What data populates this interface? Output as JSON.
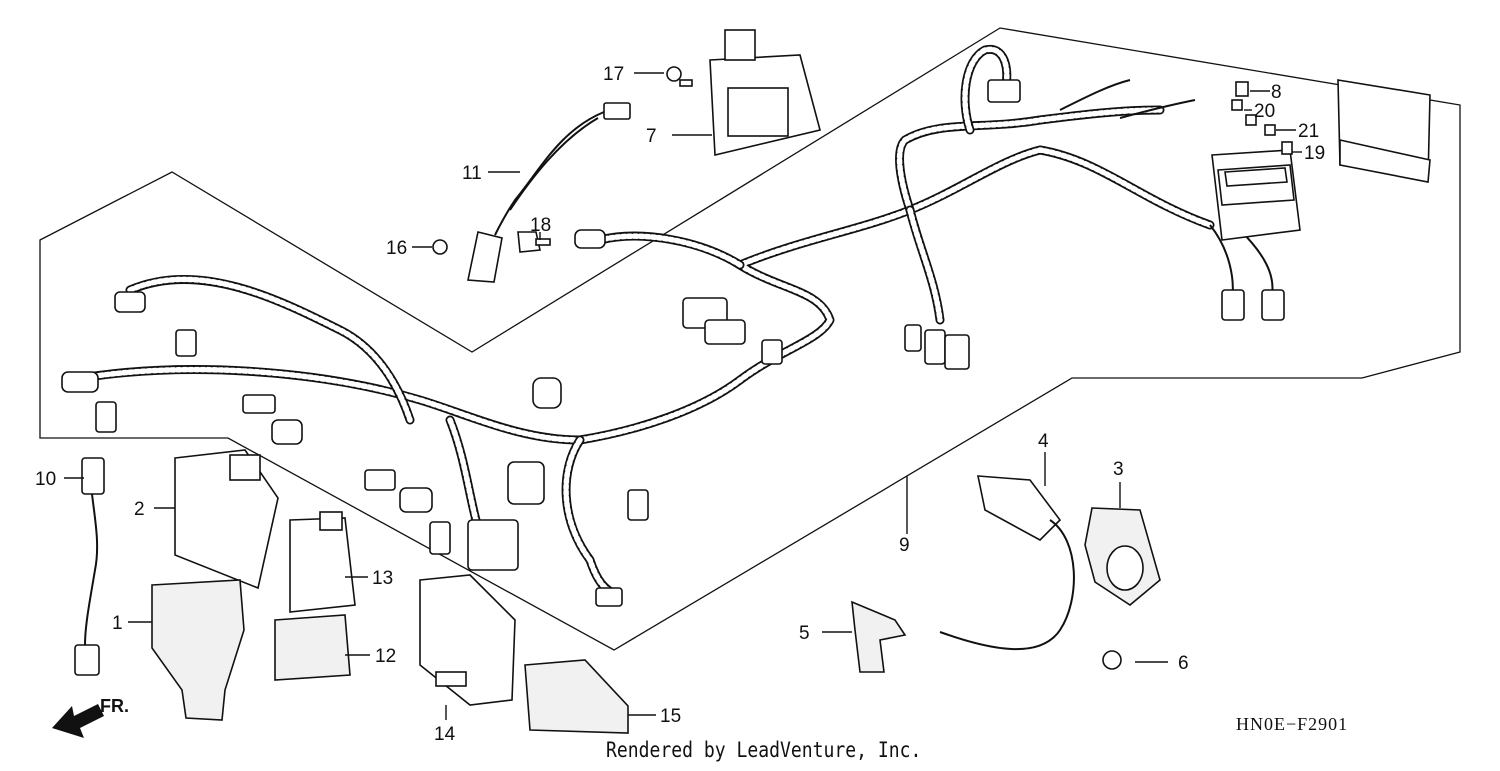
{
  "diagram": {
    "code": "HN0E−F2901",
    "credit": "Rendered by LeadVenture, Inc.",
    "direction_label": "FR.",
    "parts": [
      {
        "id": "1",
        "label": "1"
      },
      {
        "id": "2",
        "label": "2"
      },
      {
        "id": "3",
        "label": "3"
      },
      {
        "id": "4",
        "label": "4"
      },
      {
        "id": "5",
        "label": "5"
      },
      {
        "id": "6",
        "label": "6"
      },
      {
        "id": "7",
        "label": "7"
      },
      {
        "id": "8",
        "label": "8"
      },
      {
        "id": "9",
        "label": "9"
      },
      {
        "id": "10",
        "label": "10"
      },
      {
        "id": "11",
        "label": "11"
      },
      {
        "id": "12",
        "label": "12"
      },
      {
        "id": "13",
        "label": "13"
      },
      {
        "id": "14",
        "label": "14"
      },
      {
        "id": "15",
        "label": "15"
      },
      {
        "id": "16",
        "label": "16"
      },
      {
        "id": "17",
        "label": "17"
      },
      {
        "id": "18",
        "label": "18"
      },
      {
        "id": "19",
        "label": "19"
      },
      {
        "id": "20",
        "label": "20"
      },
      {
        "id": "21",
        "label": "21"
      }
    ]
  }
}
